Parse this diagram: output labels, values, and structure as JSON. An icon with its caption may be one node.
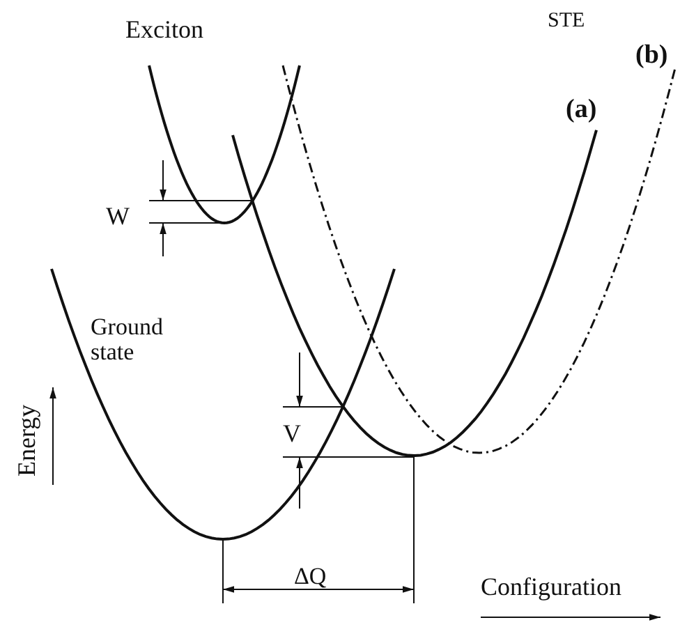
{
  "diagram": {
    "labels": [
      "Exciton",
      "STE",
      "(b)",
      "(a)",
      "W",
      "Ground state",
      "V",
      "Energy",
      "ΔQ",
      "Configuration"
    ]
  }
}
